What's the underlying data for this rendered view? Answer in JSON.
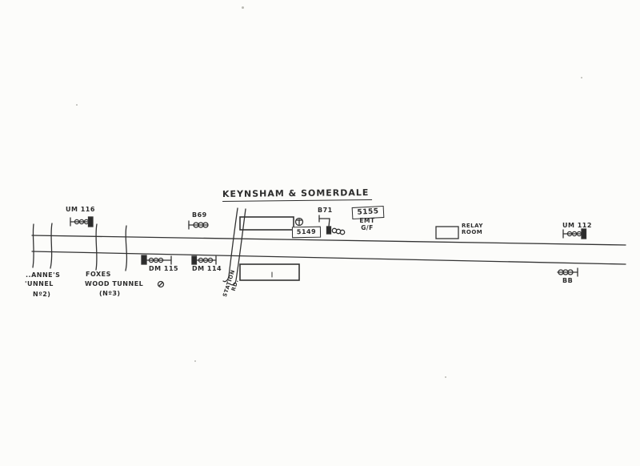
{
  "title": "KEYNSHAM & SOMERDALE",
  "ink_color": "#2d2d2d",
  "paper_color": "#fcfcfa",
  "up_signals": {
    "um116": "UM 116",
    "b69": "B69",
    "b71": "B71",
    "um112": "UM 112"
  },
  "down_signals": {
    "dm115": "DM 115",
    "dm114": "DM 114",
    "bb": "BB"
  },
  "plates": {
    "phone_plate": "5149",
    "gf_plate": "5155",
    "gf_caption_line1": "EMT",
    "gf_caption_line2": "G/F"
  },
  "relay_room": {
    "line1": "RELAY",
    "line2": "ROOM"
  },
  "tunnels": {
    "st_annes_line1": "..ANNE'S",
    "st_annes_line2": "'UNNEL",
    "st_annes_line3": "Nº2)",
    "foxes_line1": "FOXES",
    "foxes_line2": "WOOD TUNNEL",
    "foxes_line3": "(Nº3)"
  },
  "road": {
    "line1": "STATION",
    "line2": "RD."
  }
}
